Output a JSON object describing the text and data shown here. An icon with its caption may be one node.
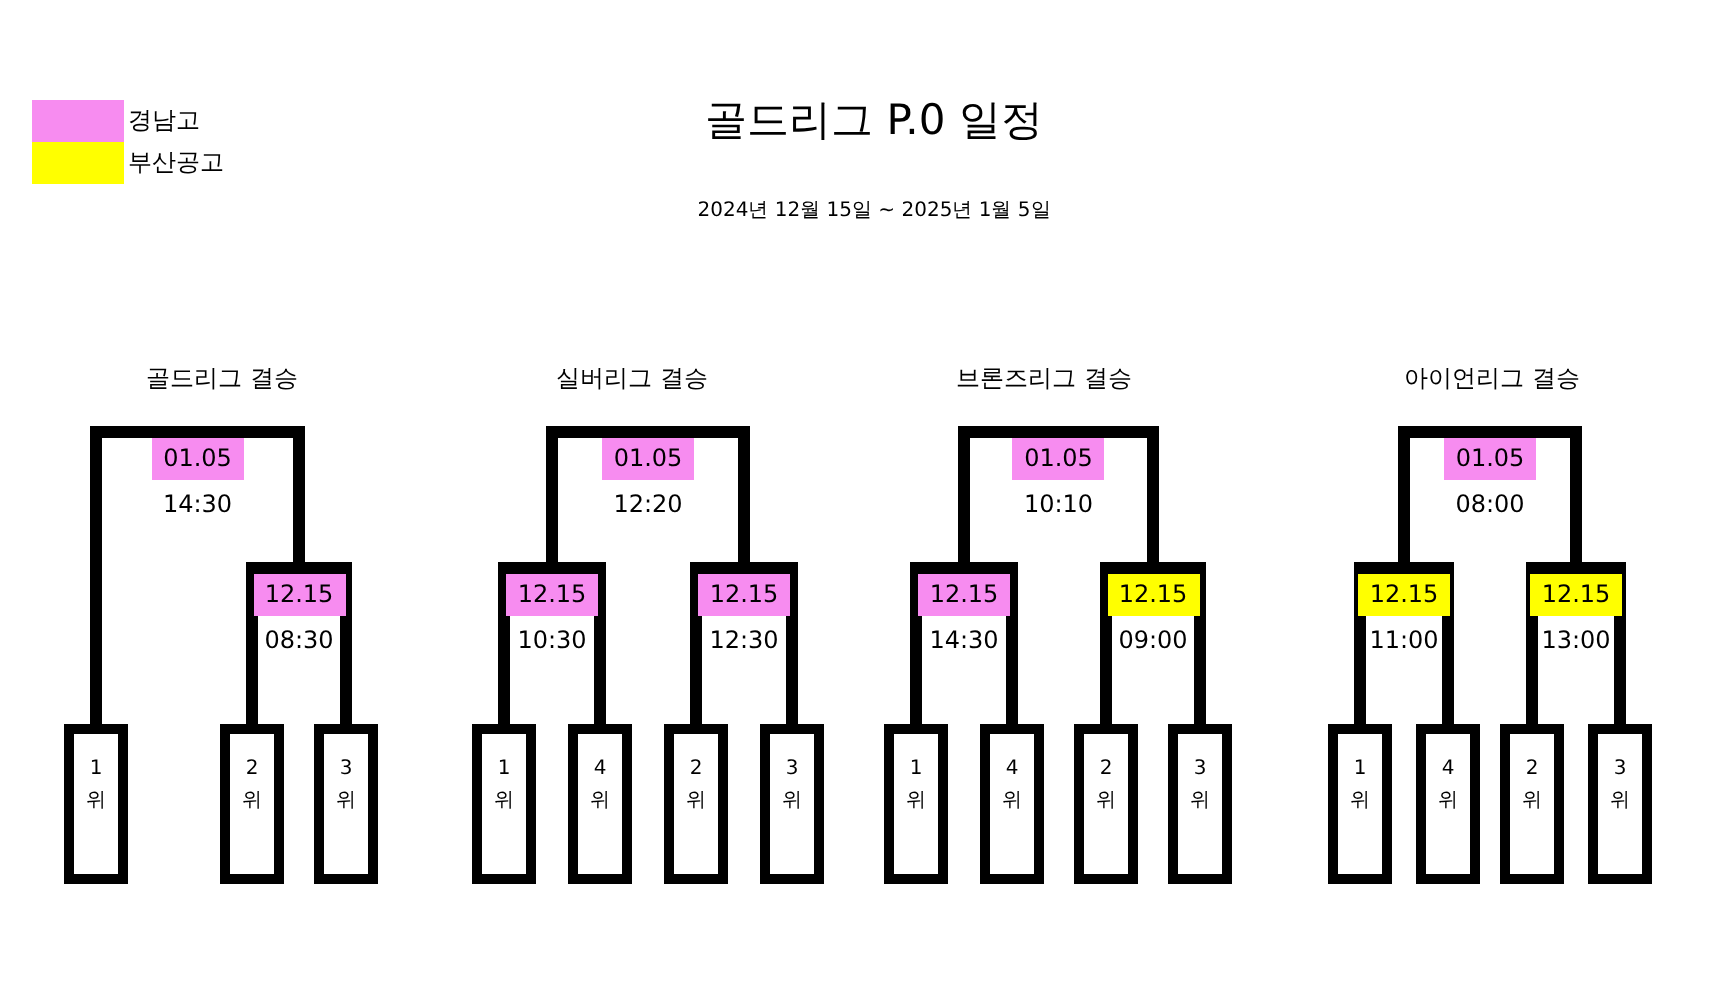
{
  "diagram": {
    "title": "골드리그 P.0 일정",
    "nodes": [
      {
        "text": [
          "01.05",
          "14:30"
        ]
      },
      {
        "text": [
          "12.15",
          "08:30"
        ]
      },
      {
        "text": [
          "1 위"
        ]
      },
      {
        "text": [
          "2 위"
        ]
      },
      {
        "text": [
          "3 위"
        ]
      },
      {
        "text": [
          "01.05",
          "12:20"
        ]
      },
      {
        "text": [
          "12.15",
          "10:30"
        ]
      },
      {
        "text": [
          "12.15",
          "12:30"
        ]
      },
      {
        "text": [
          "1 위"
        ]
      },
      {
        "text": [
          "4 위"
        ]
      },
      {
        "text": [
          "2 위"
        ]
      },
      {
        "text": [
          "3 위"
        ]
      },
      {
        "text": [
          "01.05",
          "10:10"
        ]
      },
      {
        "text": [
          "12.15",
          "14:30"
        ]
      },
      {
        "text": [
          "12.15",
          "09:00"
        ]
      },
      {
        "text": [
          "1 위"
        ]
      },
      {
        "text": [
          "4 위"
        ]
      },
      {
        "text": [
          "2 위"
        ]
      },
      {
        "text": [
          "3 위"
        ]
      },
      {
        "text": [
          "01.05",
          "08:00"
        ]
      },
      {
        "text": [
          "12.15",
          "11:00"
        ]
      },
      {
        "text": [
          "12.15",
          "13:00"
        ]
      },
      {
        "text": [
          "1 위"
        ]
      },
      {
        "text": [
          "4 위"
        ]
      },
      {
        "text": [
          "2 위"
        ]
      },
      {
        "text": [
          "3 위"
        ]
      }
    ],
    "edges": [
      {
        "from": 2,
        "to": 0,
        "arrow": "none"
      },
      {
        "from": 1,
        "to": 0,
        "arrow": "none"
      },
      {
        "from": 3,
        "to": 1,
        "arrow": "none"
      },
      {
        "from": 4,
        "to": 1,
        "arrow": "none"
      },
      {
        "from": 6,
        "to": 5,
        "arrow": "none"
      },
      {
        "from": 7,
        "to": 5,
        "arrow": "none"
      },
      {
        "from": 8,
        "to": 6,
        "arrow": "none"
      },
      {
        "from": 9,
        "to": 6,
        "arrow": "none"
      },
      {
        "from": 10,
        "to": 7,
        "arrow": "none"
      },
      {
        "from": 11,
        "to": 7,
        "arrow": "none"
      },
      {
        "from": 13,
        "to": 12,
        "arrow": "none"
      },
      {
        "from": 14,
        "to": 12,
        "arrow": "none"
      },
      {
        "from": 15,
        "to": 13,
        "arrow": "none"
      },
      {
        "from": 16,
        "to": 13,
        "arrow": "none"
      },
      {
        "from": 17,
        "to": 14,
        "arrow": "none"
      },
      {
        "from": 18,
        "to": 14,
        "arrow": "none"
      },
      {
        "from": 20,
        "to": 19,
        "arrow": "none"
      },
      {
        "from": 21,
        "to": 19,
        "arrow": "none"
      },
      {
        "from": 22,
        "to": 20,
        "arrow": "none"
      },
      {
        "from": 23,
        "to": 20,
        "arrow": "none"
      },
      {
        "from": 24,
        "to": 21,
        "arrow": "none"
      },
      {
        "from": 25,
        "to": 21,
        "arrow": "none"
      }
    ],
    "labels": [
      "2024년 12월 15일 ~ 2025년 1월 5일",
      "골드리그 결승",
      "실버리그 결승",
      "브론즈리그 결승",
      "아이언리그 결승"
    ],
    "legend": [
      {
        "text": "경남고",
        "color": "#f78cf0"
      },
      {
        "text": "부산공고",
        "color": "#ffff00"
      }
    ]
  }
}
